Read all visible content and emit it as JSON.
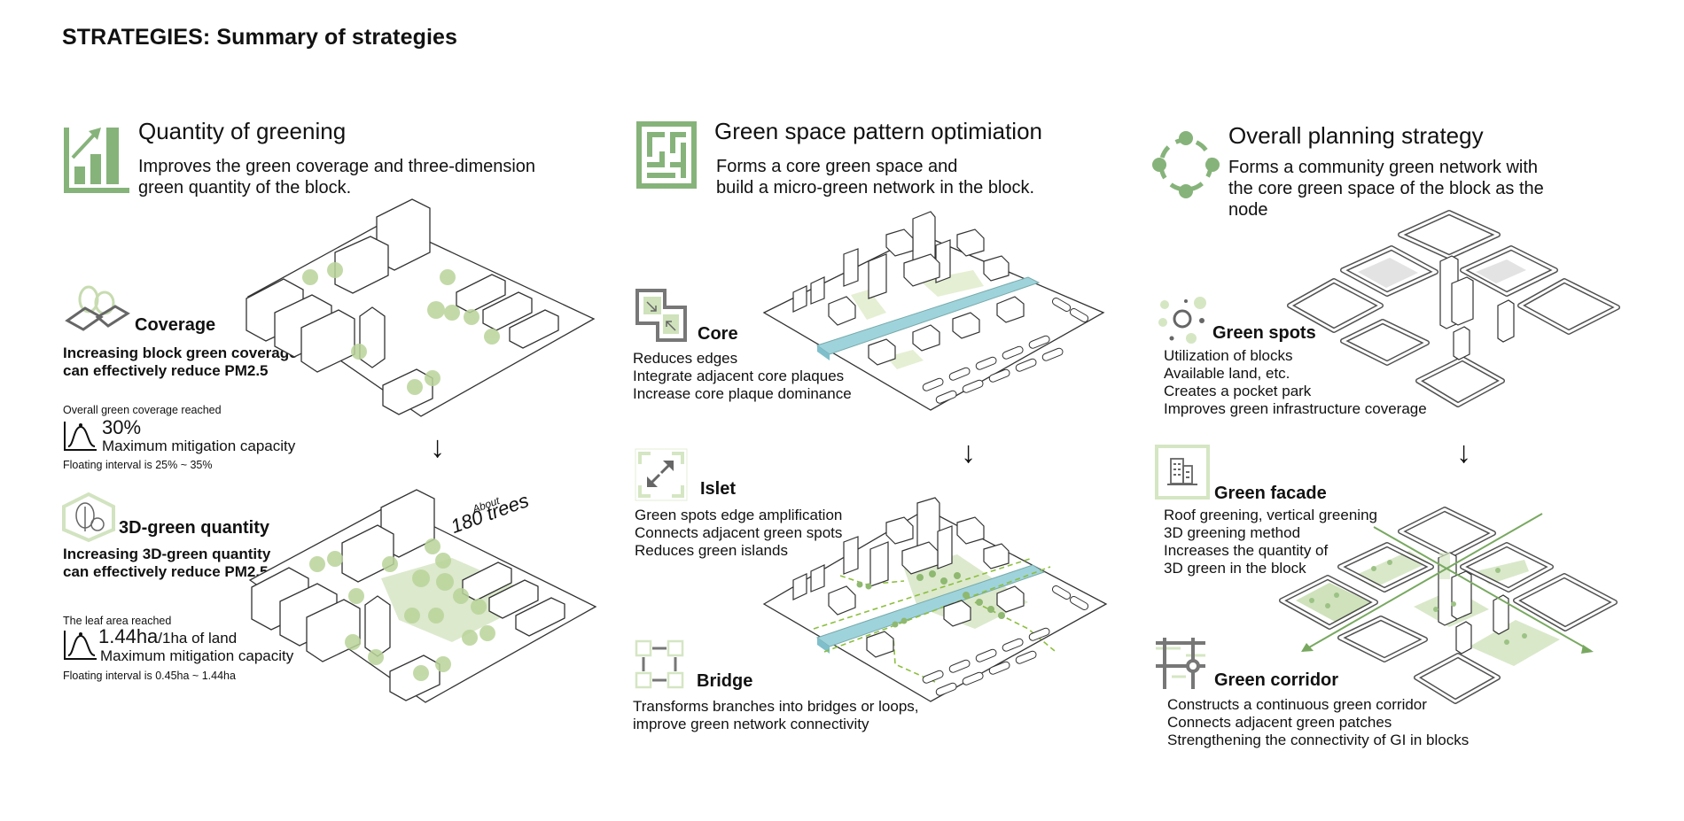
{
  "page": {
    "title": "STRATEGIES: Summary of strategies"
  },
  "colors": {
    "accent_green": "#86b37a",
    "light_green": "#d6e6c3",
    "water_blue": "#9fd3dc",
    "icon_gray": "#6d6d6d"
  },
  "columns": [
    {
      "icon": "bar-chart-growth-icon",
      "title": "Quantity of greening",
      "description": [
        "Improves the green coverage and three-dimension",
        "green quantity of the block."
      ],
      "items": [
        {
          "icon": "trees-on-plots-icon",
          "title": "Coverage",
          "bold_lines": [
            "Increasing block green coverage",
            "can effectively reduce PM2.5"
          ],
          "metric_label": "Overall green coverage reached",
          "metric_icon": "bell-curve-icon",
          "metric_value": "30%",
          "metric_unit": "",
          "metric_caption": "Maximum mitigation capacity",
          "interval": "Floating interval is 25% ~ 35%"
        },
        {
          "icon": "3d-trees-icon",
          "title": "3D-green quantity",
          "bold_lines": [
            "Increasing 3D-green quantity",
            "can effectively reduce PM2.5"
          ],
          "metric_label": "The  leaf area reached",
          "metric_icon": "bell-curve-icon",
          "metric_value": "1.44ha",
          "metric_unit": "/1ha of land",
          "metric_caption": "Maximum mitigation capacity",
          "interval": "Floating interval is 0.45ha ~ 1.44ha"
        }
      ],
      "annotation": {
        "top": "About",
        "main": "180 trees"
      }
    },
    {
      "icon": "maze-icon",
      "title": "Green space pattern optimiation",
      "description": [
        "Forms a core green space and",
        "build a micro-green network in the block."
      ],
      "items": [
        {
          "icon": "core-merge-icon",
          "title": "Core",
          "lines": [
            "Reduces edges",
            "Integrate adjacent core plaques",
            "Increase core plaque dominance"
          ]
        },
        {
          "icon": "expand-arrows-icon",
          "title": "Islet",
          "lines": [
            "Green spots edge amplification",
            "Connects adjacent green spots",
            "Reduces green islands"
          ]
        },
        {
          "icon": "loop-squares-icon",
          "title": "Bridge",
          "lines": [
            "Transforms branches into bridges or loops,",
            "improve green network connectivity"
          ]
        }
      ]
    },
    {
      "icon": "network-ring-icon",
      "title": "Overall planning strategy",
      "description": [
        "Forms a community green network with",
        "the core green space of the block as the",
        "node"
      ],
      "items": [
        {
          "icon": "scattered-dots-icon",
          "title": "Green spots",
          "lines": [
            "Utilization of blocks",
            "Available land, etc.",
            "Creates a pocket park",
            "Improves green infrastructure coverage"
          ]
        },
        {
          "icon": "building-facade-icon",
          "title": "Green facade",
          "lines": [
            "Roof greening, vertical greening",
            "3D greening method",
            "Increases the quantity of",
            "3D green in the block"
          ]
        },
        {
          "icon": "corridor-junction-icon",
          "title": "Green corridor",
          "lines": [
            "Constructs a continuous green corridor",
            "Connects adjacent green patches",
            "Strengthening the connectivity of GI in blocks"
          ]
        }
      ]
    }
  ],
  "arrow_glyph": "↓"
}
